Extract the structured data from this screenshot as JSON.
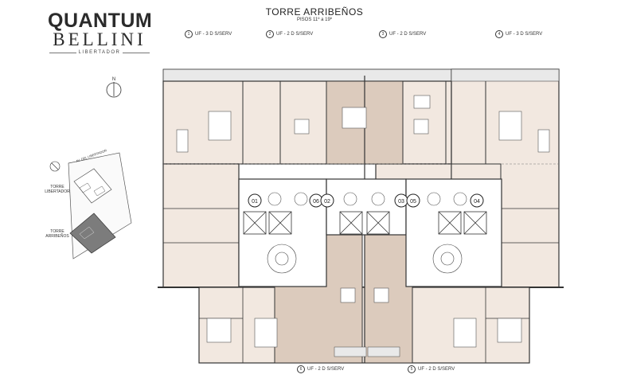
{
  "logo": {
    "line1": "QUANTUM",
    "line2": "BELLINI",
    "line3": "LIBERTADOR"
  },
  "title": "TORRE ARRIBEÑOS",
  "floors": "PISOS 11º a 19º",
  "top_units": [
    {
      "num": "1",
      "label": "UF - 3 D S/SERV"
    },
    {
      "num": "2",
      "label": "UF - 2 D S/SERV"
    },
    {
      "num": "3",
      "label": "UF - 2 D S/SERV"
    },
    {
      "num": "4",
      "label": "UF - 3 D S/SERV"
    }
  ],
  "bottom_units": [
    {
      "num": "6",
      "label": "UF - 2 D S/SERV"
    },
    {
      "num": "5",
      "label": "UF - 2 D S/SERV"
    }
  ],
  "unit_markers": [
    "01",
    "06",
    "02",
    "03",
    "05",
    "04"
  ],
  "compass": {
    "north": "N"
  },
  "site": {
    "street": "AV. DEL LIBERTADOR",
    "tower1": "TORRE\nLIBERTADOR",
    "tower2": "TORRE\nARRIBEÑOS"
  },
  "colors": {
    "wall": "#3a3a3a",
    "floor_light": "#f2e8e0",
    "floor_dark": "#dccbbd",
    "terrace": "#e9e9e9"
  }
}
